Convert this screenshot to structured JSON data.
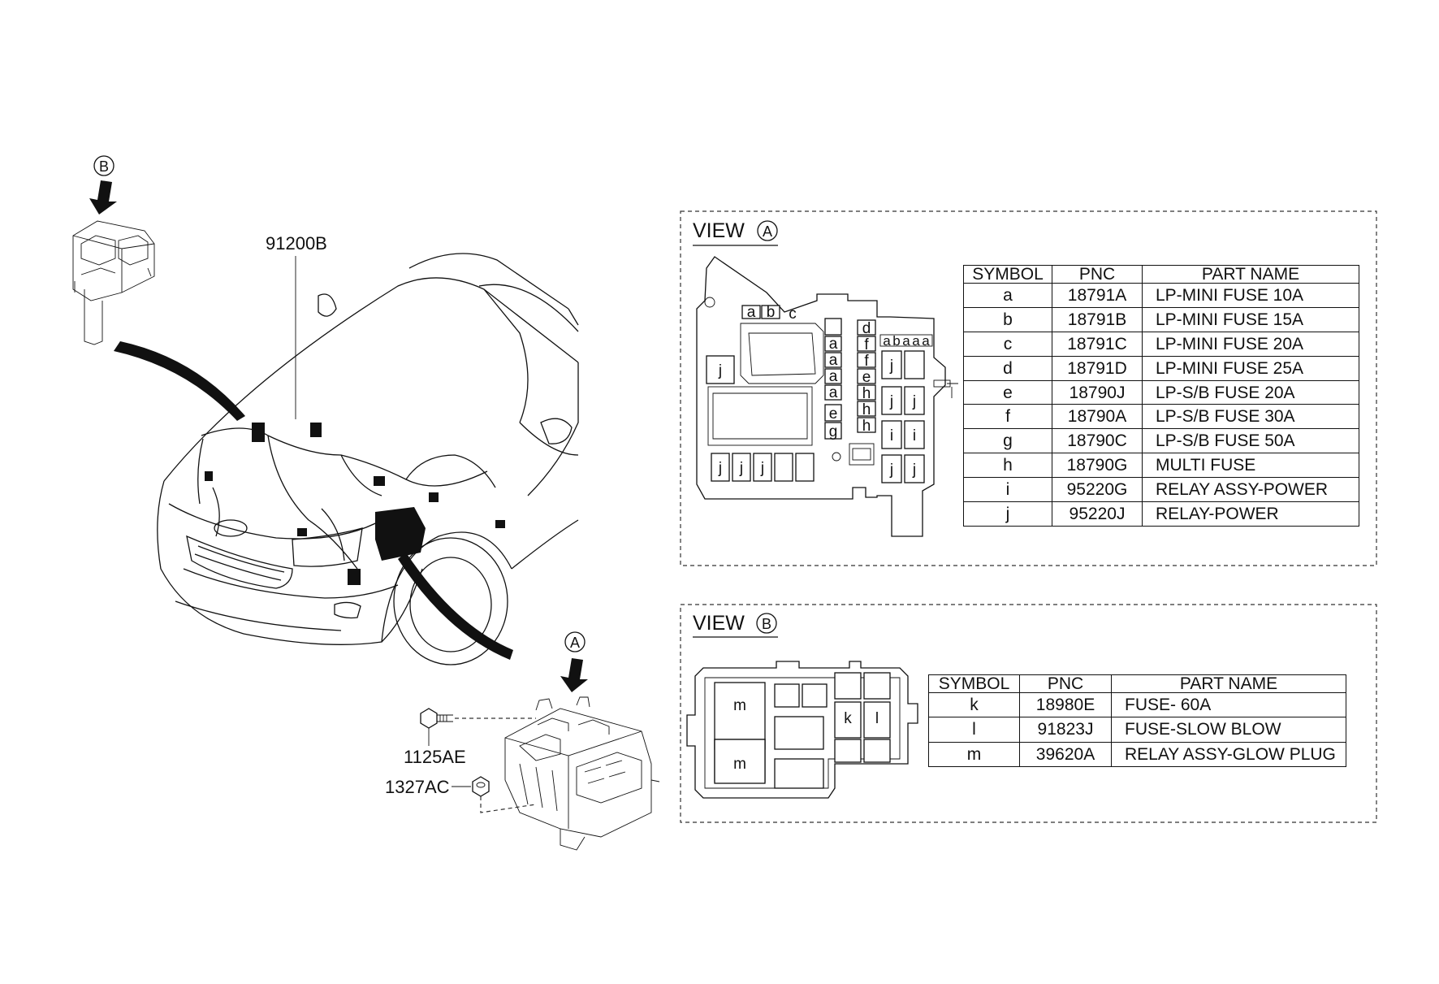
{
  "callouts": {
    "harness": "91200B",
    "bolt": "1125AE",
    "nut": "1327AC",
    "marker_a": "A",
    "marker_b": "B"
  },
  "view_a": {
    "title": "VIEW",
    "marker": "A",
    "headers": [
      "SYMBOL",
      "PNC",
      "PART NAME"
    ],
    "rows": [
      {
        "symbol": "a",
        "pnc": "18791A",
        "part": "LP-MINI FUSE 10A"
      },
      {
        "symbol": "b",
        "pnc": "18791B",
        "part": "LP-MINI FUSE 15A"
      },
      {
        "symbol": "c",
        "pnc": "18791C",
        "part": "LP-MINI FUSE 20A"
      },
      {
        "symbol": "d",
        "pnc": "18791D",
        "part": "LP-MINI FUSE 25A"
      },
      {
        "symbol": "e",
        "pnc": "18790J",
        "part": "LP-S/B FUSE 20A"
      },
      {
        "symbol": "f",
        "pnc": "18790A",
        "part": "LP-S/B FUSE 30A"
      },
      {
        "symbol": "g",
        "pnc": "18790C",
        "part": "LP-S/B FUSE 50A"
      },
      {
        "symbol": "h",
        "pnc": "18790G",
        "part": "MULTI FUSE"
      },
      {
        "symbol": "i",
        "pnc": "95220G",
        "part": "RELAY ASSY-POWER"
      },
      {
        "symbol": "j",
        "pnc": "95220J",
        "part": "RELAY-POWER"
      }
    ]
  },
  "view_b": {
    "title": "VIEW",
    "marker": "B",
    "headers": [
      "SYMBOL",
      "PNC",
      "PART NAME"
    ],
    "rows": [
      {
        "symbol": "k",
        "pnc": "18980E",
        "part": "FUSE- 60A"
      },
      {
        "symbol": "l",
        "pnc": "91823J",
        "part": "FUSE-SLOW BLOW"
      },
      {
        "symbol": "m",
        "pnc": "39620A",
        "part": "RELAY ASSY-GLOW PLUG"
      }
    ]
  },
  "box_a_labels": {
    "top": [
      "a",
      "b",
      "c"
    ],
    "col": [
      "a",
      "a",
      "a",
      "a",
      "e",
      "g"
    ],
    "d": "d",
    "f1": "f",
    "f2": "f",
    "e2": "e",
    "h1": "h",
    "h2": "h",
    "h3": "h",
    "top_right": [
      "a",
      "b",
      "a",
      "a",
      "a"
    ],
    "j_side": "j",
    "j_right": [
      "j",
      "j",
      "j",
      "j",
      "j"
    ],
    "i_right": [
      "i",
      "i"
    ],
    "j_bottom": [
      "j",
      "j",
      "j"
    ]
  },
  "box_b_labels": {
    "m1": "m",
    "m2": "m",
    "k": "k",
    "l": "l"
  }
}
